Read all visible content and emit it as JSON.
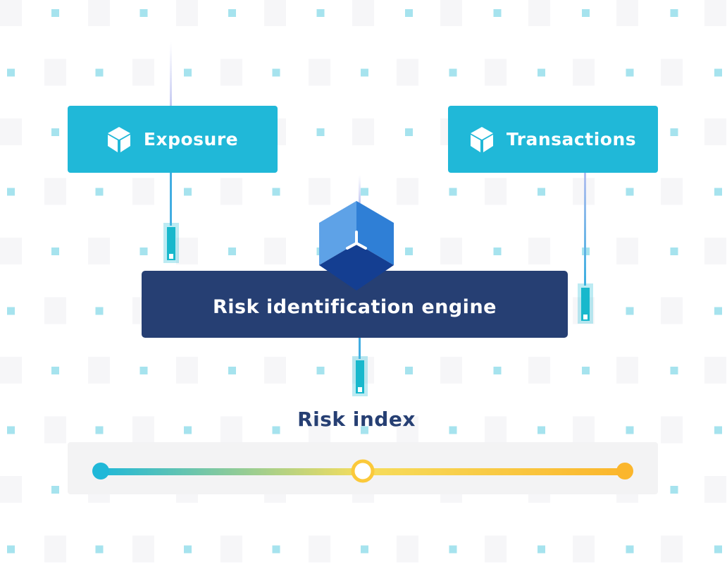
{
  "diagram": {
    "inputs": [
      {
        "label": "Exposure",
        "icon": "cube-icon"
      },
      {
        "label": "Transactions",
        "icon": "cube-icon"
      }
    ],
    "engine": {
      "label": "Risk identification engine",
      "icon": "hexagon-cube-icon"
    },
    "output": {
      "label": "Risk index",
      "level": 0.5
    },
    "colors": {
      "node": "#20b8d8",
      "engine": "#263f73",
      "scale_start": "#20b8d8",
      "scale_end": "#fbb62c",
      "dot": "#a6e3ee",
      "tile": "#f6f6f8"
    }
  }
}
